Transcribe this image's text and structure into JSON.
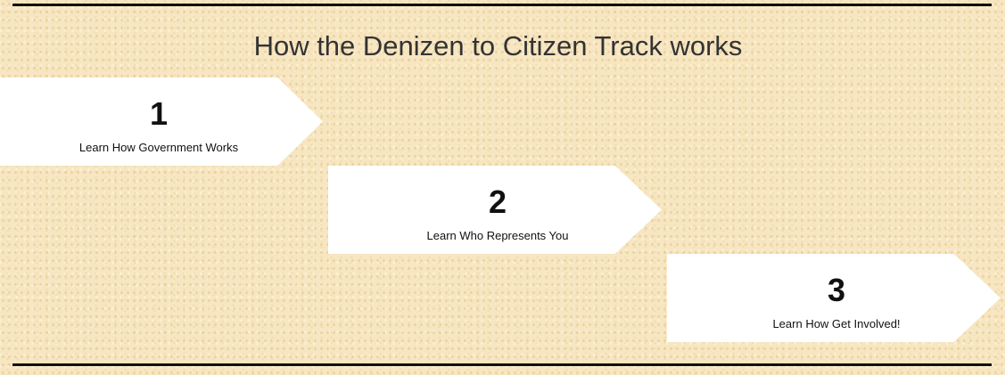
{
  "title": "How the Denizen to Citizen Track works",
  "steps": [
    {
      "number": "1",
      "label": "Learn How Government Works"
    },
    {
      "number": "2",
      "label": "Learn Who Represents You"
    },
    {
      "number": "3",
      "label": "Learn How Get Involved!"
    }
  ]
}
